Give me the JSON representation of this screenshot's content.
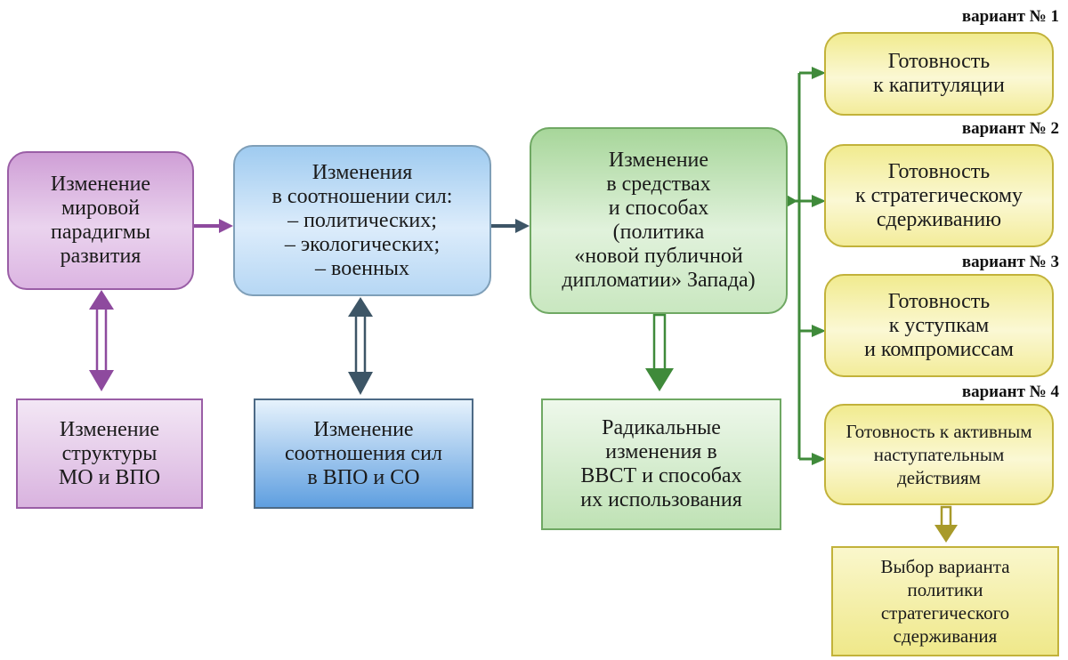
{
  "boxes": {
    "paradigm": "Изменение\nмировой\nпарадигмы\nразвития",
    "structure": "Изменение\nструктуры\nМО и ВПО",
    "balance": "Изменения\nв соотношении сил:\n– политических;\n– экологических;\n– военных",
    "balance_vpo": "Изменение\nсоотношения сил\nв ВПО и СО",
    "means": "Изменение\nв средствах\nи способах\n(политика\n«новой публичной\nдипломатии» Запада)",
    "radical": "Радикальные\nизменения в\nВВСТ и способах\nих использования",
    "option1": "Готовность\nк капитуляции",
    "option2": "Готовность\nк стратегическому\nсдерживанию",
    "option3": "Готовность\nк уступкам\nи компромиссам",
    "option4": "Готовность к активным\nнаступательным\nдействиям",
    "choice": "Выбор варианта\nполитики\nстратегического\nсдерживания"
  },
  "variants": {
    "v1": "вариант № 1",
    "v2": "вариант № 2",
    "v3": "вариант № 3",
    "v4": "вариант № 4"
  },
  "colors": {
    "purple": "#8e4a9e",
    "slate": "#3d5566",
    "green": "#3f8a3a",
    "olive": "#a89a2a"
  }
}
